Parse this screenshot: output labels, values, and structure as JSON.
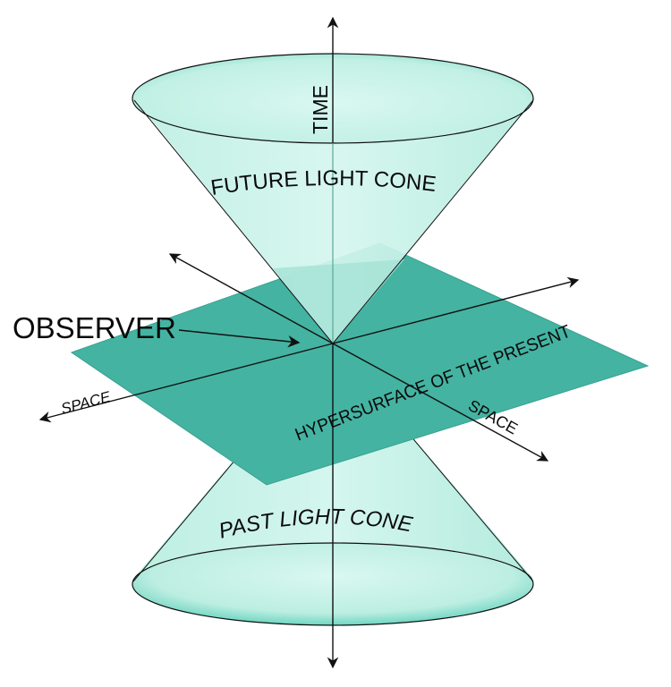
{
  "labels": {
    "time": "TIME",
    "future_cone": "FUTURE LIGHT CONE",
    "past_cone": "PAST LIGHT CONE",
    "observer": "OBSERVER",
    "space_left": "SPACE",
    "space_right": "SPACE",
    "hypersurface": "HYPERSURFACE OF THE PRESENT"
  },
  "colors": {
    "plane": "#44b3a2",
    "plane_edge": "#3aa191",
    "cone_fill": "#cdf5eb",
    "cone_rim": "#86e0cf",
    "cone_overlap": "#a7e3d6",
    "line": "#111111"
  }
}
